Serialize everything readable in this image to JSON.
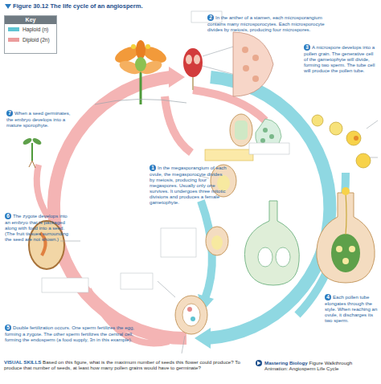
{
  "diagram": {
    "title": "Figure 30.12 The life cycle of an angiosperm.",
    "nodes": [
      {
        "text": [
          "2",
          "In the anther of a stamen, each microsporangium contains many microsporocytes. Each microsporocyte divides by meiosis, producing four microspores."
        ]
      },
      {
        "text": [
          "3",
          "A microspore develops into a pollen grain. The generative cell of the gametophyte will divide, forming two sperm. The tube cell will produce the pollen tube."
        ]
      },
      {
        "text": [
          "7",
          "When a seed germinates, the embryo develops into a mature sporophyte."
        ]
      },
      {
        "text": [
          "1",
          "In the megasporangium of each ovule, the megasporocyte divides by meiosis, producing four megaspores. Usually only one survives. It undergoes three mitotic divisions and produces a female gametophyte."
        ]
      },
      {
        "text": [
          "6",
          "The zygote develops into an embryo that is packaged along with food into a seed. (The fruit tissues surrounding the seed are not shown.)"
        ]
      },
      {
        "text": [
          "4",
          "Each pollen tube elongates through the style. When reaching an ovule, it discharges its two sperm."
        ]
      },
      {
        "text": [
          "5",
          "Double fertilization occurs. One sperm fertilizes the egg, forming a zygote. The other sperm fertilizes the central cell, forming the endosperm (a food supply, 3n in this example)."
        ]
      }
    ],
    "labels": [
      "Key",
      "VISUAL SKILLS",
      "Based on this figure, what is the maximum number of seeds this flower could produce? To produce that number of seeds, at least how many pollen grains would have to germinate?",
      "Mastering Biology",
      "Figure Walkthrough",
      "Animation: Angiosperm Life Cycle"
    ],
    "legend": [
      {
        "text": "Haploid (n)",
        "color": "#5ec4d2"
      },
      {
        "text": "Diploid (2n)",
        "color": "#eb9c9c"
      }
    ]
  }
}
